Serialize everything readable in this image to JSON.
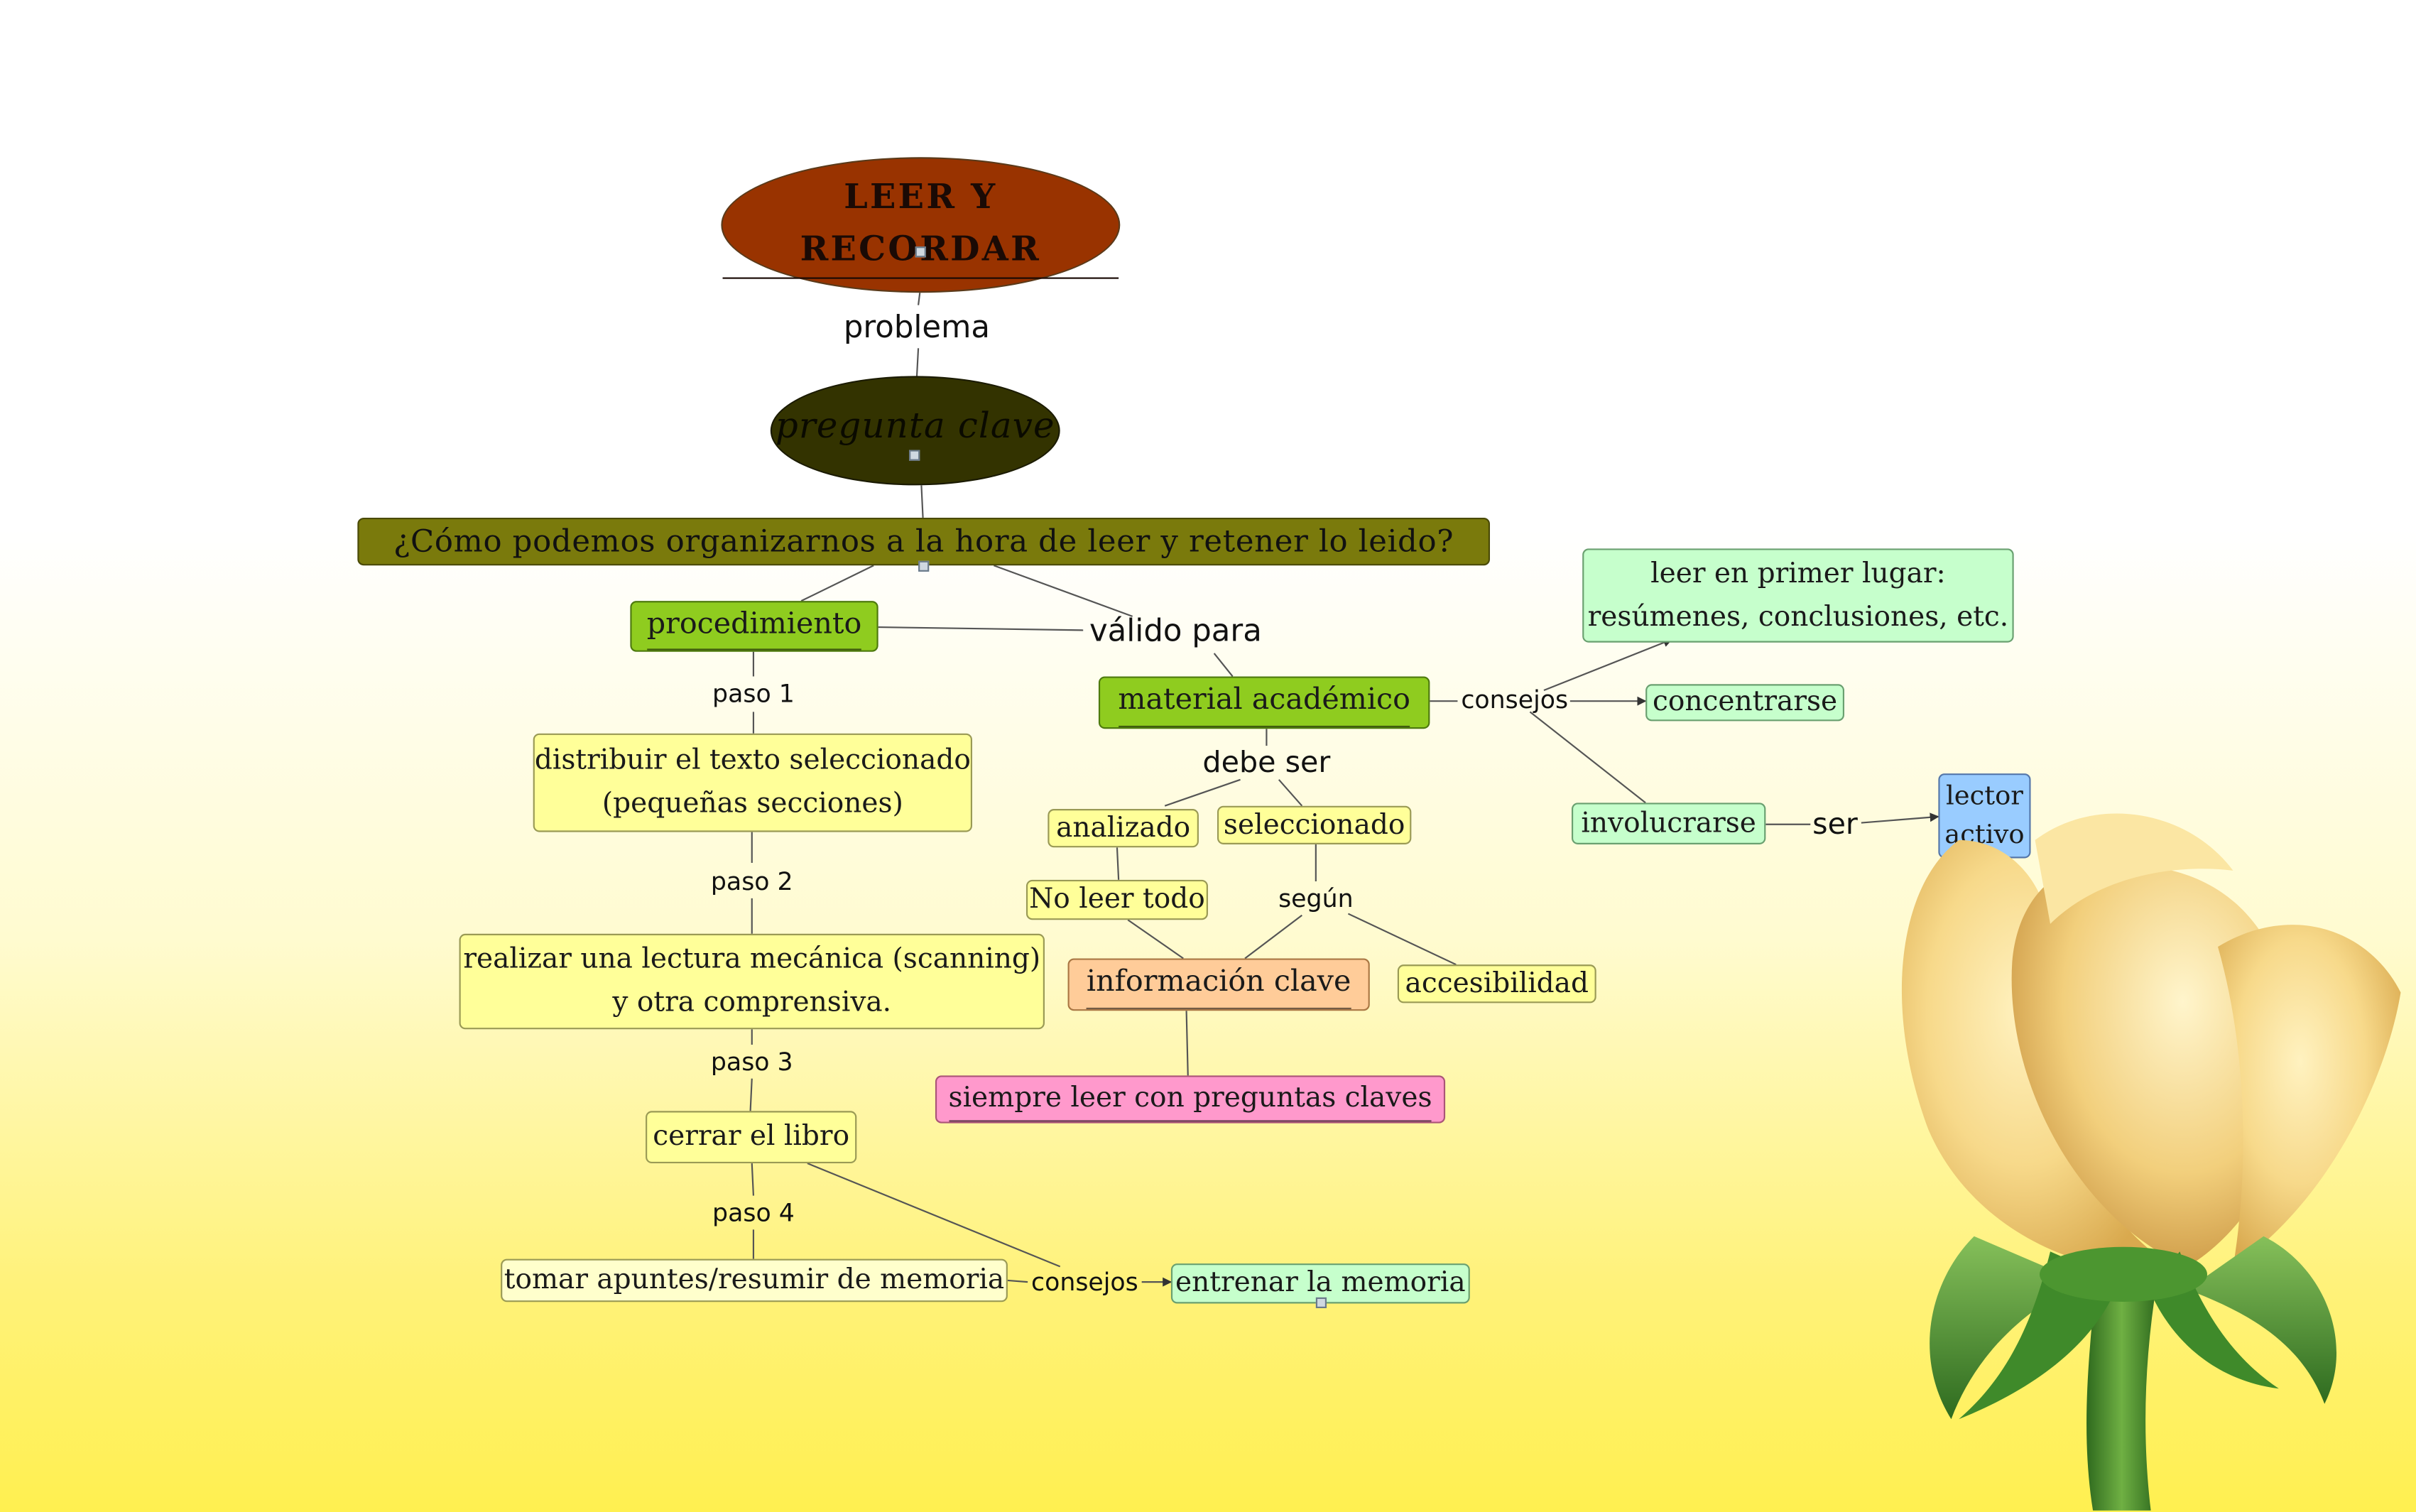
{
  "colors": {
    "root": "#993300",
    "pregunta": "#333300",
    "question": "#7a7a0c",
    "green": "#8fcc1f",
    "yellow": "#ffff99",
    "mint": "#c6ffcc",
    "blue": "#99ccff",
    "orange": "#ffcc99",
    "pink": "#ff99cc",
    "line": "#555555"
  },
  "nodes": {
    "root": "LEER Y RECORDAR",
    "pregunta": "pregunta clave",
    "question": "¿Cómo podemos organizarnos a la hora de leer y retener lo leido?",
    "procedimiento": "procedimiento",
    "material": "material académico",
    "distribuir_l1": "distribuir el texto seleccionado",
    "distribuir_l2": "(pequeñas secciones)",
    "lectura_l1": "realizar una lectura mecánica (scanning)",
    "lectura_l2": "y otra comprensiva.",
    "cerrar": "cerrar el libro",
    "tomar": "tomar apuntes/resumir de memoria",
    "entrenar": "entrenar la memoria",
    "leer_primero_l1": "leer en primer lugar:",
    "leer_primero_l2": "resúmenes, conclusiones, etc.",
    "concentrarse": "concentrarse",
    "involucrarse": "involucrarse",
    "lector_l1": "lector",
    "lector_l2": "activo",
    "analizado": "analizado",
    "seleccionado": "seleccionado",
    "no_leer": "No leer todo",
    "informacion": "información clave",
    "accesibilidad": "accesibilidad",
    "siempre": "siempre leer con preguntas claves"
  },
  "labels": {
    "problema": "problema",
    "valido": "válido para",
    "paso1": "paso 1",
    "paso2": "paso 2",
    "paso3": "paso 3",
    "paso4": "paso 4",
    "consejos_material": "consejos",
    "consejos_memoria": "consejos",
    "debe_ser": "debe ser",
    "segun": "según",
    "ser": "ser"
  }
}
